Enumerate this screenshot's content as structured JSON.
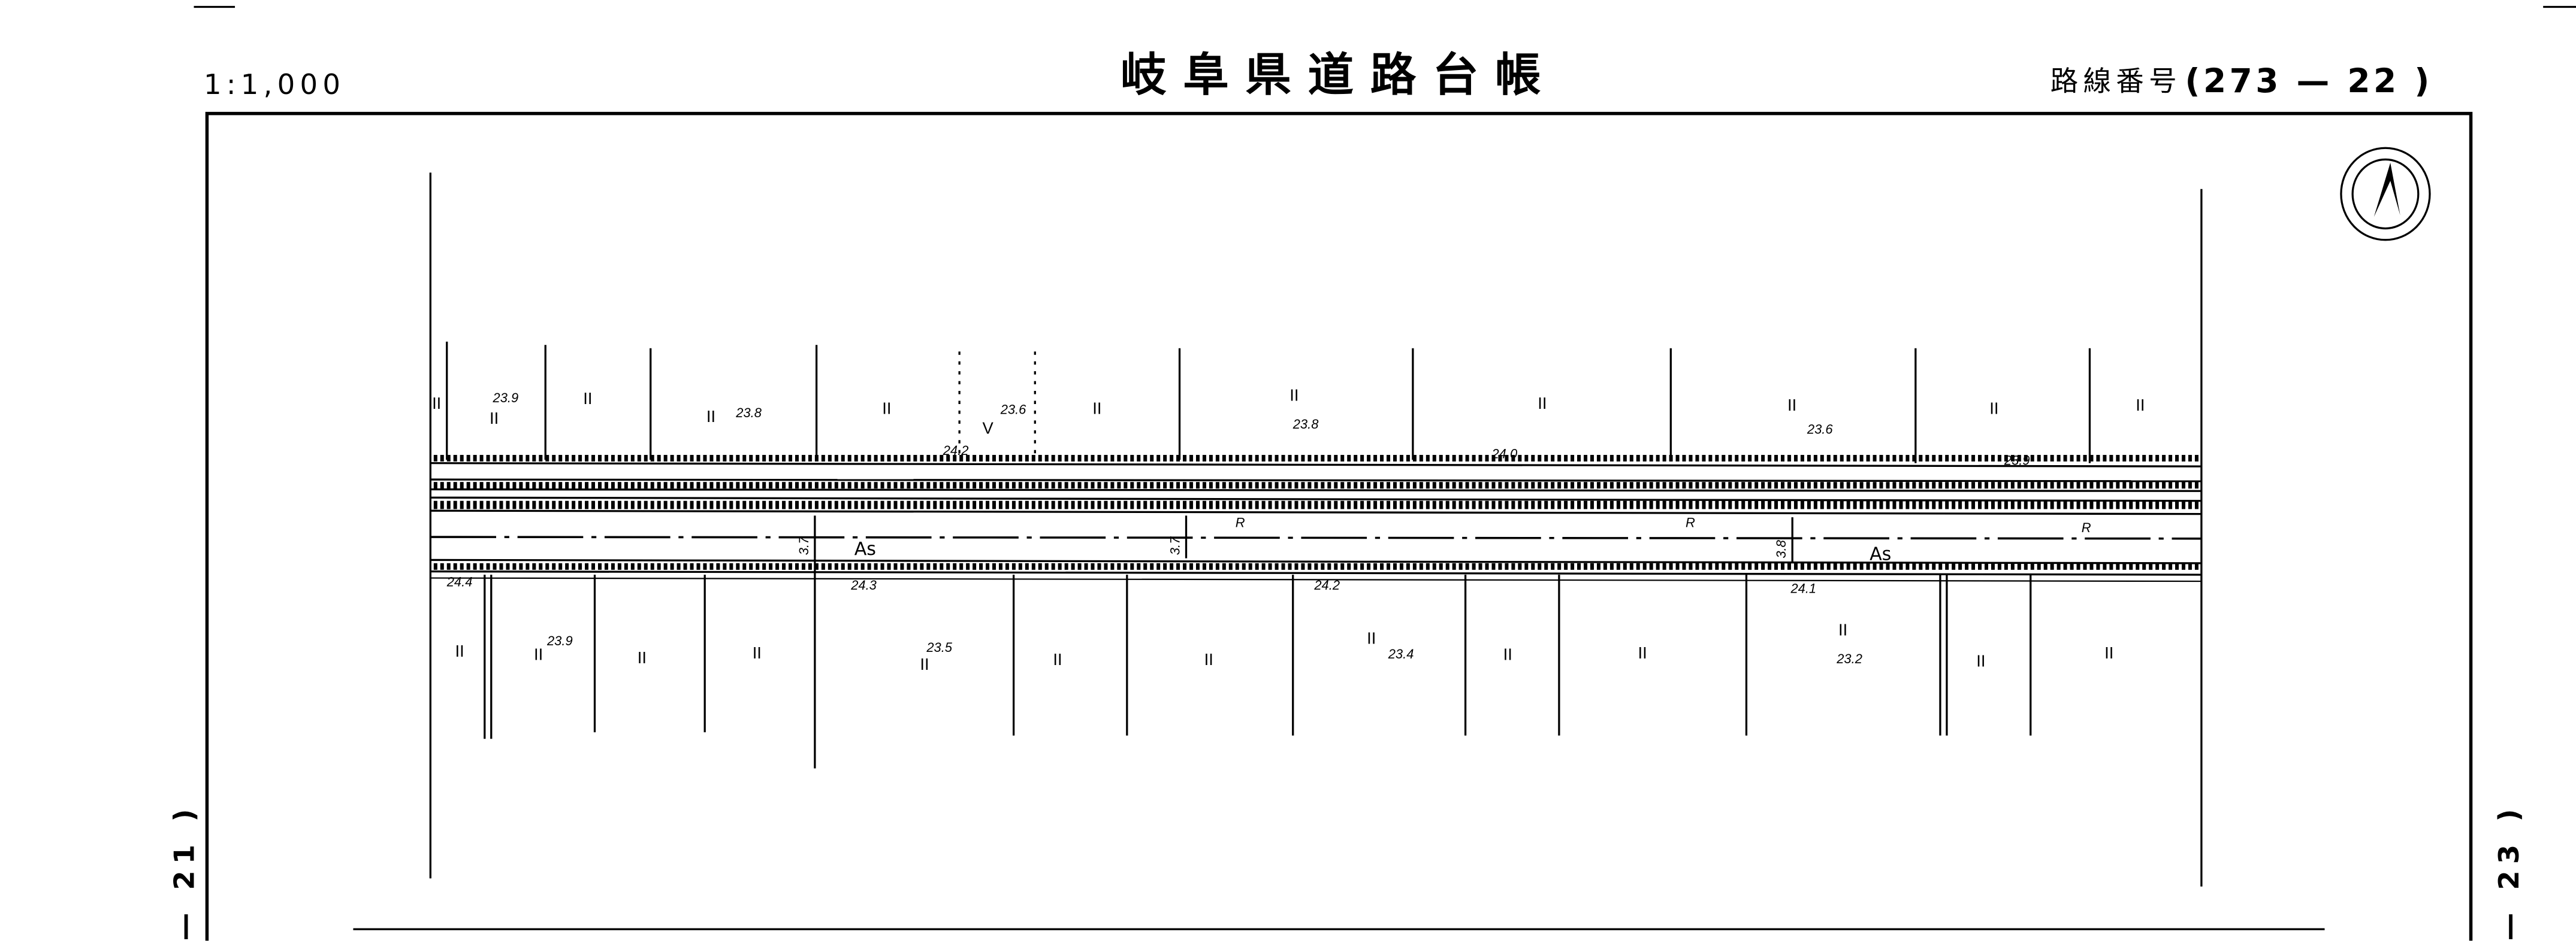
{
  "header": {
    "scale": "1:1,000",
    "title": "岐阜県道路台帳",
    "route_label": "路線番号",
    "route_number": "(273 — 22 )"
  },
  "sheet_links": {
    "left": "— 21 )",
    "right": "— 23 )"
  },
  "map": {
    "elevations_top": [
      "23.9",
      "23.8",
      "23.6",
      "23.8",
      "23.6"
    ],
    "elevations_road_top": [
      "24.2",
      "24.0",
      "23.9"
    ],
    "elevations_road_bottom": [
      "24.4",
      "24.3",
      "24.2",
      "24.1"
    ],
    "elevations_bottom": [
      "23.9",
      "23.5",
      "23.4",
      "23.2"
    ],
    "road_widths": [
      "3.7",
      "3.7",
      "3.8"
    ],
    "surface_labels": [
      "As",
      "As"
    ],
    "curb_labels": [
      "R",
      "R",
      "R"
    ],
    "field_symbol": "II",
    "mark_v": "V"
  },
  "colors": {
    "ink": "#000000",
    "paper": "#ffffff"
  }
}
